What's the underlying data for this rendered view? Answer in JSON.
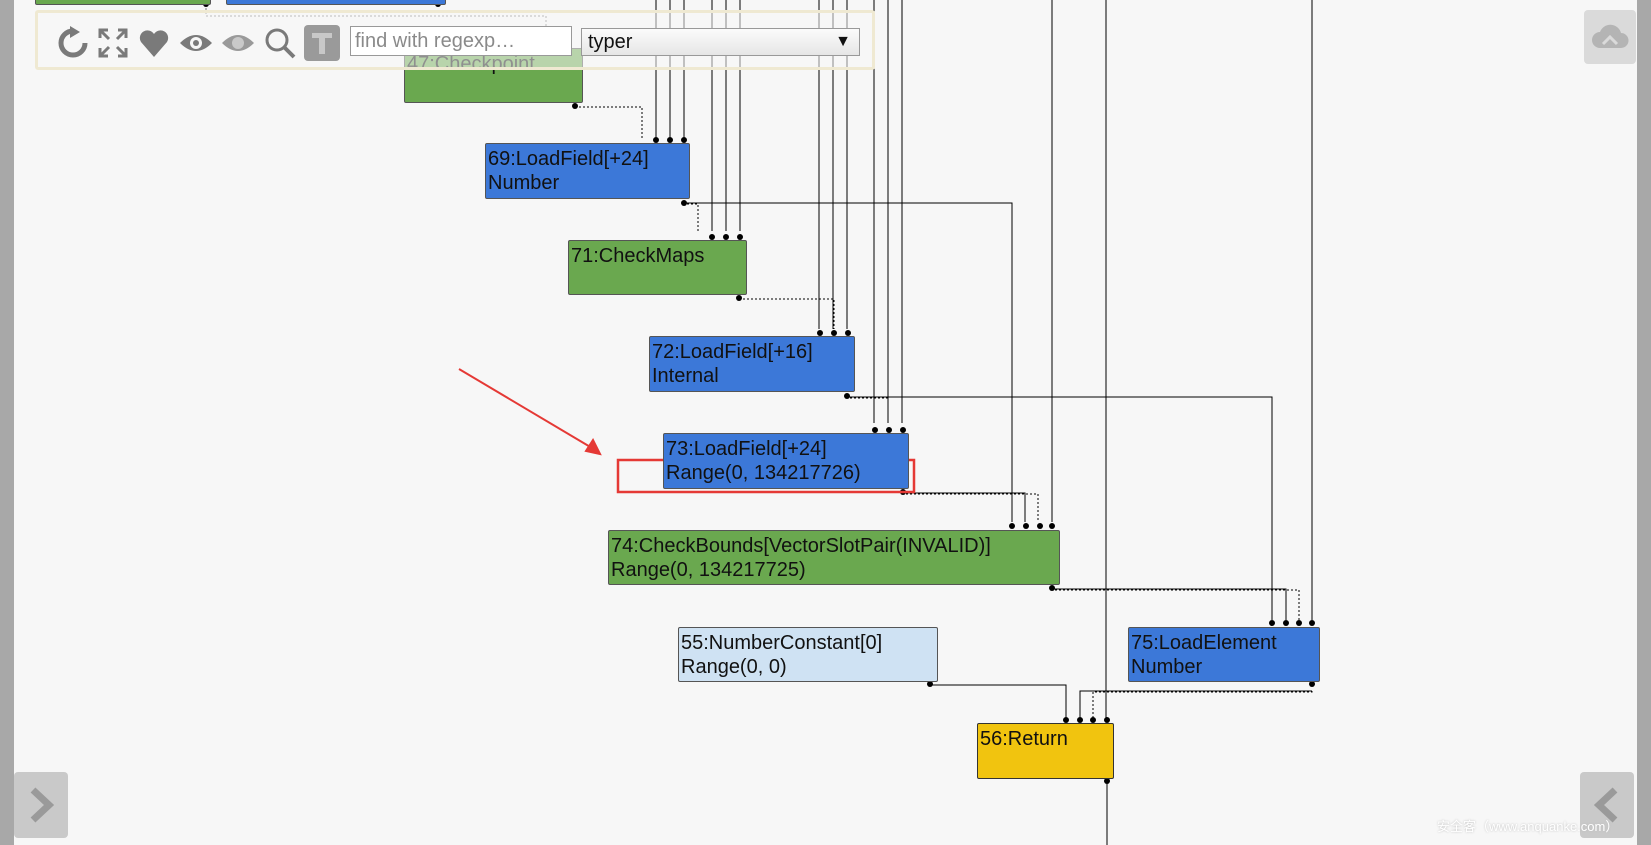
{
  "toolbar": {
    "search_placeholder": "find with regexp…",
    "phase_selected": "typer",
    "icons": [
      "layout-icon",
      "fit-icon",
      "heart-icon",
      "show-all-icon",
      "hide-icon",
      "search-icon",
      "text-toggle-icon"
    ]
  },
  "nodes": {
    "n47": {
      "line1": "47:Checkpoint"
    },
    "n69": {
      "line1": "69:LoadField[+24]",
      "line2": "Number"
    },
    "n71": {
      "line1": "71:CheckMaps"
    },
    "n72": {
      "line1": "72:LoadField[+16]",
      "line2": "Internal"
    },
    "n73": {
      "line1": "73:LoadField[+24]",
      "line2": "Range(0, 134217726)"
    },
    "n74": {
      "line1": "74:CheckBounds[VectorSlotPair(INVALID)]",
      "line2": "Range(0, 134217725)"
    },
    "n55": {
      "line1": "55:NumberConstant[0]",
      "line2": "Range(0, 0)"
    },
    "n75": {
      "line1": "75:LoadElement",
      "line2": "Number"
    },
    "n56": {
      "line1": "56:Return"
    }
  },
  "colors": {
    "value_node": "#3c78d8",
    "control_node": "#6aa84f",
    "constant_node": "#cfe2f3",
    "return_node": "#f1c40f",
    "annotation": "#e53935"
  },
  "watermark": "安全客（www.anquanke.com）"
}
